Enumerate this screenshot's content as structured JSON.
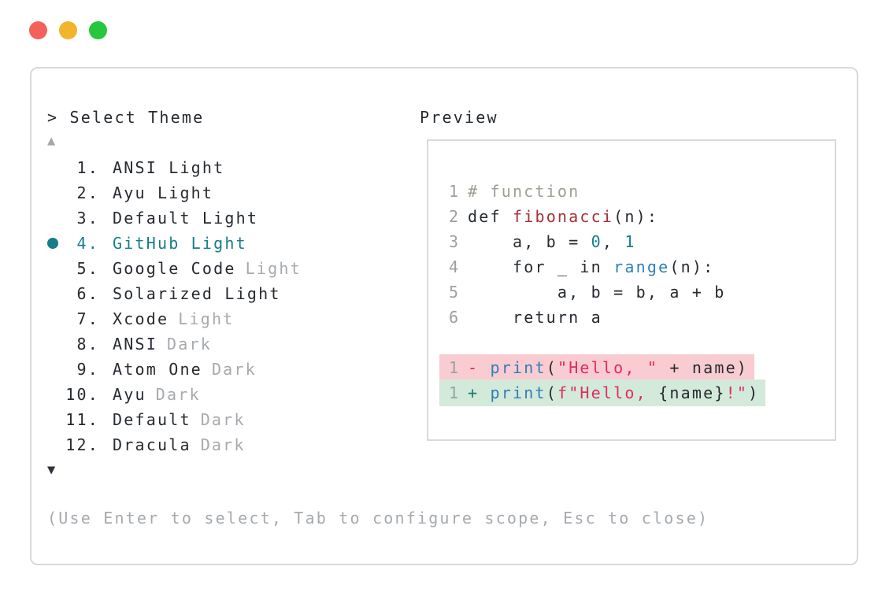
{
  "window": {
    "controls": [
      {
        "name": "close",
        "color": "#f4615b"
      },
      {
        "name": "minimize",
        "color": "#f2b32d"
      },
      {
        "name": "zoom",
        "color": "#26c73d"
      }
    ]
  },
  "picker": {
    "prompt": "> Select Theme",
    "scroll_up": "▲",
    "scroll_down": "▼",
    "footer": "(Use Enter to select, Tab to configure scope, Esc to close)",
    "items": [
      {
        "number": "1.",
        "name": "ANSI Light",
        "dim": "",
        "selected": false
      },
      {
        "number": "2.",
        "name": "Ayu Light",
        "dim": "",
        "selected": false
      },
      {
        "number": "3.",
        "name": "Default Light",
        "dim": "",
        "selected": false
      },
      {
        "number": "4.",
        "name": "GitHub Light",
        "dim": "",
        "selected": true
      },
      {
        "number": "5.",
        "name": "Google Code",
        "dim": "Light",
        "selected": false
      },
      {
        "number": "6.",
        "name": "Solarized Light",
        "dim": "",
        "selected": false
      },
      {
        "number": "7.",
        "name": "Xcode",
        "dim": "Light",
        "selected": false
      },
      {
        "number": "8.",
        "name": "ANSI",
        "dim": "Dark",
        "selected": false
      },
      {
        "number": "9.",
        "name": "Atom One",
        "dim": "Dark",
        "selected": false
      },
      {
        "number": "10.",
        "name": "Ayu",
        "dim": "Dark",
        "selected": false
      },
      {
        "number": "11.",
        "name": "Default",
        "dim": "Dark",
        "selected": false
      },
      {
        "number": "12.",
        "name": "Dracula",
        "dim": "Dark",
        "selected": false
      }
    ]
  },
  "preview": {
    "label": "Preview",
    "lines": [
      {
        "ln": "1",
        "segs": [
          [
            "comment",
            "# function"
          ]
        ]
      },
      {
        "ln": "2",
        "segs": [
          [
            "plain",
            "def "
          ],
          [
            "func",
            "fibonacci"
          ],
          [
            "plain",
            "(n):"
          ]
        ]
      },
      {
        "ln": "3",
        "segs": [
          [
            "plain",
            "    a, b = "
          ],
          [
            "num",
            "0"
          ],
          [
            "plain",
            ", "
          ],
          [
            "num",
            "1"
          ]
        ]
      },
      {
        "ln": "4",
        "segs": [
          [
            "plain",
            "    for _ in "
          ],
          [
            "builtin",
            "range"
          ],
          [
            "plain",
            "(n):"
          ]
        ]
      },
      {
        "ln": "5",
        "segs": [
          [
            "plain",
            "        a, b = b, a + b"
          ]
        ]
      },
      {
        "ln": "6",
        "segs": [
          [
            "plain",
            "    return a"
          ]
        ]
      },
      {
        "ln": "",
        "segs": []
      },
      {
        "ln": "1",
        "diff": "removed",
        "segs": [
          [
            "minus",
            "- "
          ],
          [
            "builtin",
            "print"
          ],
          [
            "plain",
            "("
          ],
          [
            "string",
            "\"Hello, \""
          ],
          [
            "plain",
            " + name)"
          ]
        ]
      },
      {
        "ln": "1",
        "diff": "added",
        "segs": [
          [
            "plus",
            "+ "
          ],
          [
            "builtin",
            "print"
          ],
          [
            "plain",
            "("
          ],
          [
            "string",
            "f\"Hello, "
          ],
          [
            "plain",
            "{name}"
          ],
          [
            "string",
            "!\""
          ],
          [
            "plain",
            ")"
          ]
        ]
      }
    ]
  },
  "colors": {
    "accent": "#177d87",
    "text": "#262b31",
    "muted": "#a6aaae",
    "line_number": "#9ca0a4",
    "comment": "#9aa191",
    "function_name": "#a33136",
    "number_literal": "#177d87",
    "builtin": "#2f7fb8",
    "string": "#e22b5e",
    "diff_removed_fg": "#dc2850",
    "diff_added_fg": "#1a7a6e",
    "diff_removed_bg": "#f8ccd1",
    "diff_added_bg": "#d3e9d9",
    "border": "#d9d9d9",
    "window_close": "#f4615b",
    "window_minimize": "#f2b32d",
    "window_zoom": "#26c73d"
  }
}
